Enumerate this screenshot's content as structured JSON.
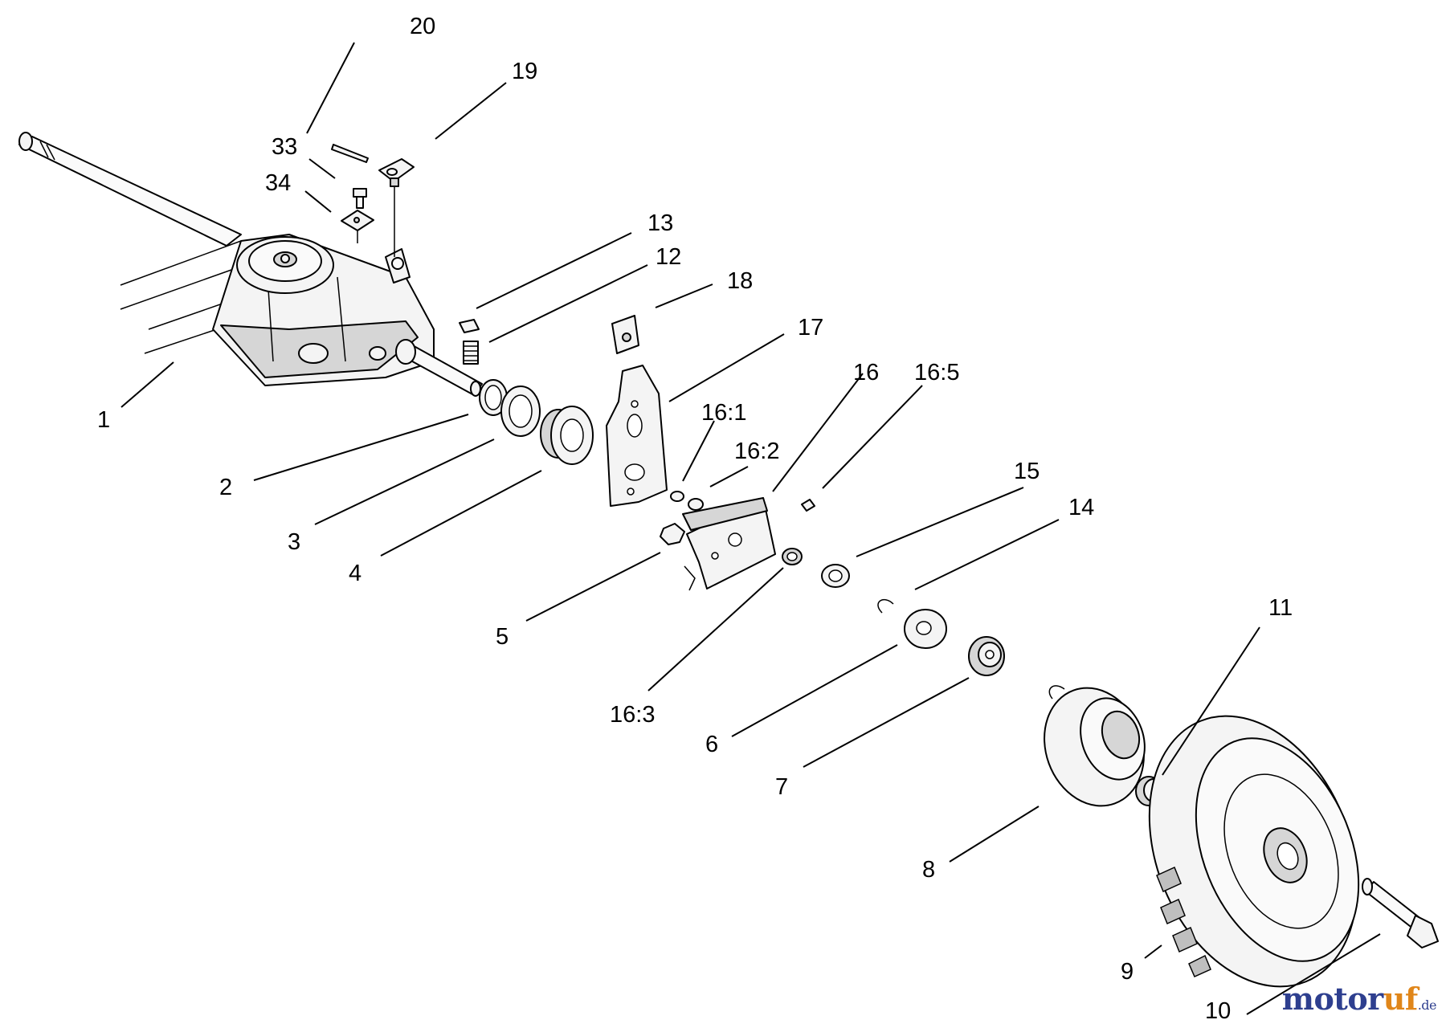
{
  "diagram": {
    "callouts": {
      "c1": "1",
      "c2": "2",
      "c3": "3",
      "c4": "4",
      "c5": "5",
      "c6": "6",
      "c7": "7",
      "c8": "8",
      "c9": "9",
      "c10": "10",
      "c11": "11",
      "c12": "12",
      "c13": "13",
      "c14": "14",
      "c15": "15",
      "c16": "16",
      "c16_1": "16:1",
      "c16_2": "16:2",
      "c16_3": "16:3",
      "c16_5": "16:5",
      "c17": "17",
      "c18": "18",
      "c19": "19",
      "c20": "20",
      "c33": "33",
      "c34": "34"
    }
  },
  "watermark": {
    "main": "motor",
    "accent": "uf",
    "tld": ".de"
  }
}
